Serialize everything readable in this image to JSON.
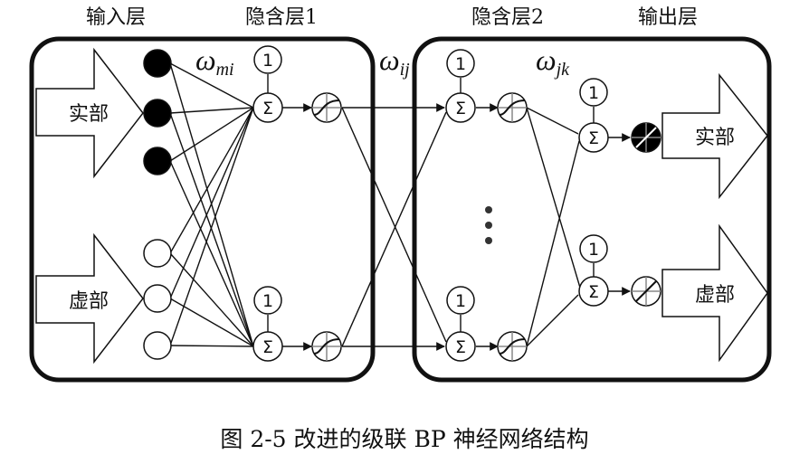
{
  "labels": {
    "input_layer": "输入层",
    "hidden_layer_1": "隐含层1",
    "hidden_layer_2": "隐含层2",
    "output_layer": "输出层"
  },
  "arrows": {
    "input_real": "实部",
    "input_imag": "虚部",
    "output_real": "实部",
    "output_imag": "虚部"
  },
  "weights": {
    "w_mi": {
      "symbol": "ω",
      "sub": "mi"
    },
    "w_ij": {
      "symbol": "ω",
      "sub": "ij"
    },
    "w_jk": {
      "symbol": "ω",
      "sub": "jk"
    }
  },
  "node_text": {
    "bias": "1",
    "sum": "Σ"
  },
  "caption": "图 2-5  改进的级联 BP 神经网络结构"
}
